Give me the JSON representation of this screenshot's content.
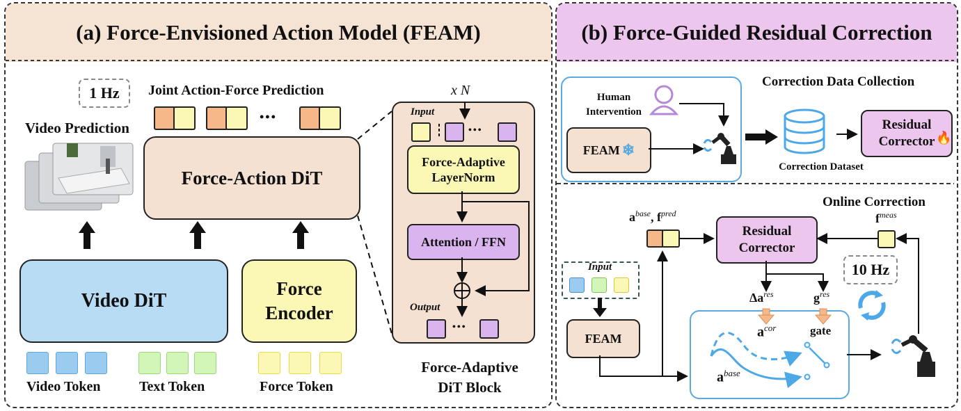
{
  "panel_a": {
    "title": "(a) Force-Envisioned Action Model (FEAM)",
    "freq": "1 Hz",
    "joint_label": "Joint Action-Force Prediction",
    "video_pred_label": "Video Prediction",
    "dit_label": "Force-Action DiT",
    "video_dit_label": "Video DiT",
    "force_encoder_label": "Force\nEncoder",
    "video_token_label": "Video Token",
    "text_token_label": "Text Token",
    "force_token_label": "Force Token",
    "ellipsis": "•••",
    "block": {
      "repeat": "x N",
      "input_label": "Input",
      "output_label": "Output",
      "layernorm_label": "Force-Adaptive\nLayerNorm",
      "attn_label": "Attention / FFN",
      "caption": "Force-Adaptive\nDiT Block"
    }
  },
  "panel_b": {
    "title": "(b) Force-Guided Residual Correction",
    "collection_title": "Correction Data Collection",
    "human_label": "Human\nIntervention",
    "feam_label": "FEAM",
    "dataset_label": "Correction Dataset",
    "residual_label": "Residual\nCorrector",
    "online_title": "Online Correction",
    "freq": "10 Hz",
    "input_label": "Input",
    "feam2_label": "FEAM",
    "a_base_f_pred": "a^base, f^pred",
    "f_meas": "f^meas",
    "delta_a_res": "Δa^res",
    "g_res": "g^res",
    "a_cor": "a^cor",
    "gate_label": "gate",
    "a_base": "a^base"
  },
  "colors": {
    "panel_a_header": "#f5e3d3",
    "panel_b_header": "#ecc6ec",
    "tan": "#f4e1d2",
    "blue": "#b9dcf5",
    "yellow": "#fbf8b6",
    "purple": "#d9b4ee",
    "orange": "#f6b789",
    "green": "#d2f5b8",
    "outline_blue": "#5aa8e0"
  }
}
